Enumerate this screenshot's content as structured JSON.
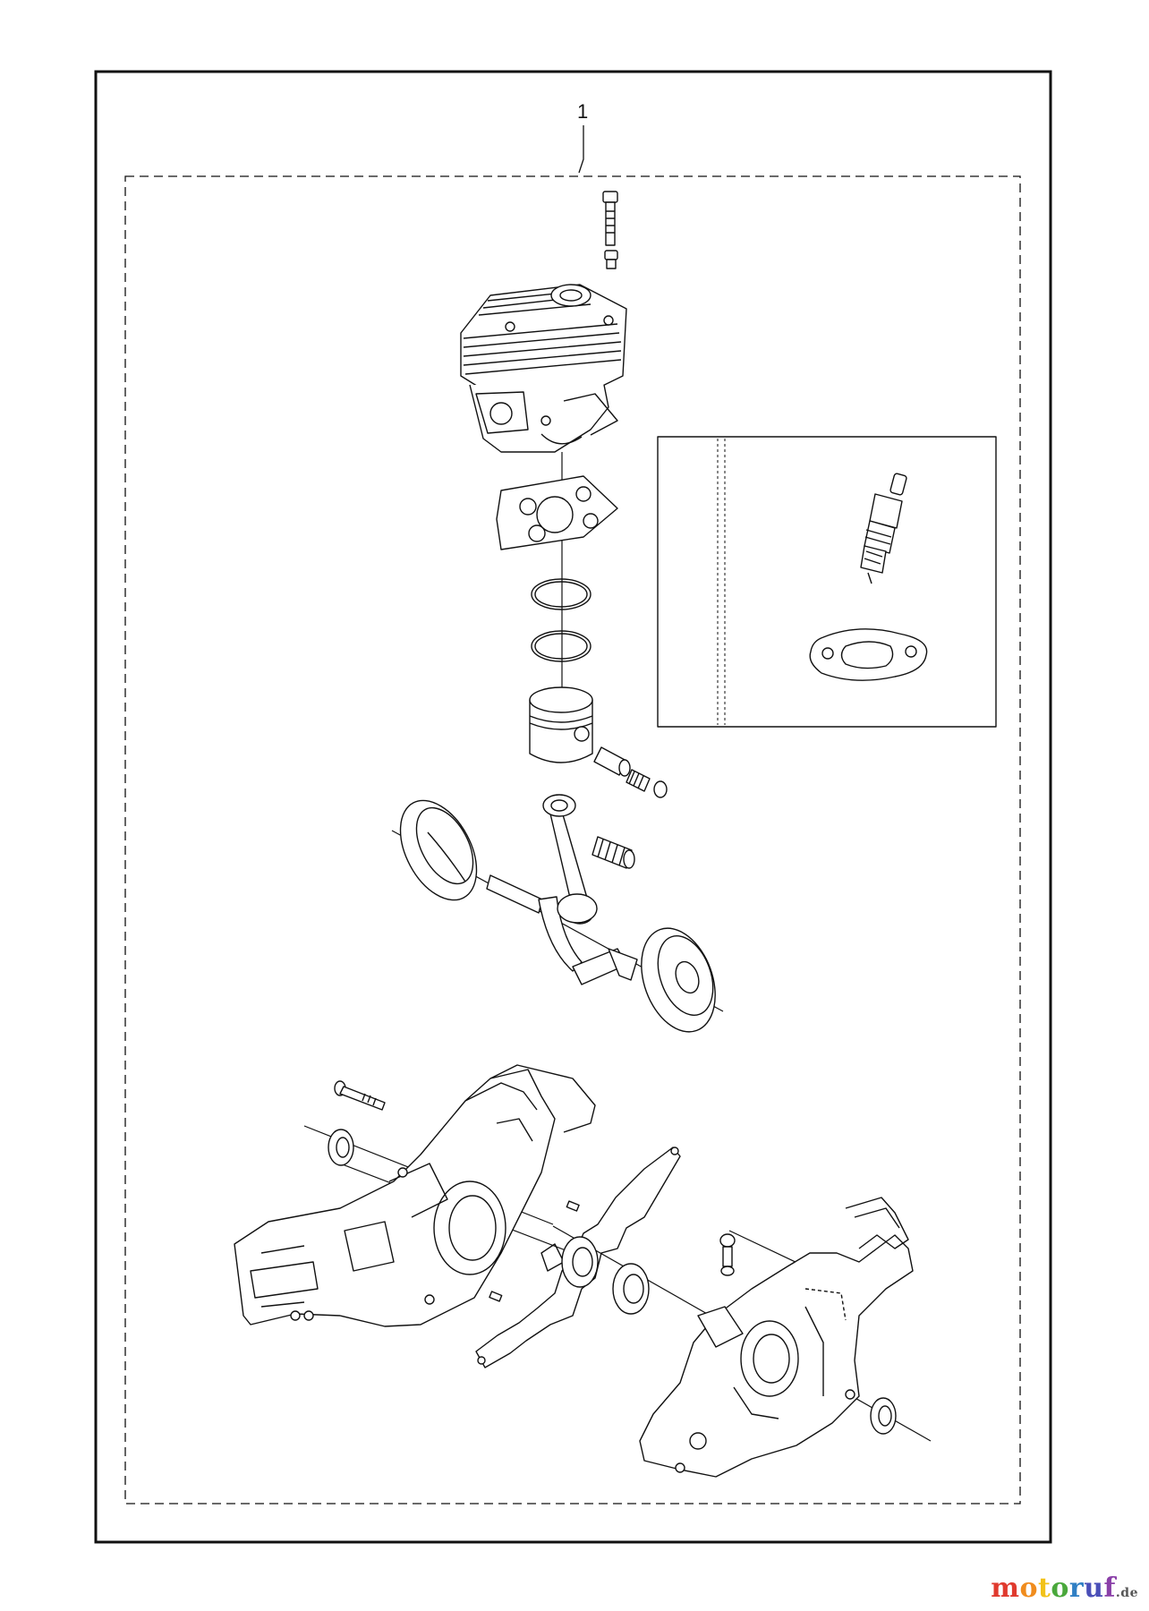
{
  "diagram": {
    "callout_label": "1"
  },
  "watermark": {
    "letters": [
      {
        "t": "m",
        "color": "#e03a2e"
      },
      {
        "t": "o",
        "color": "#f08c1e"
      },
      {
        "t": "t",
        "color": "#f2c218"
      },
      {
        "t": "o",
        "color": "#4aa83c"
      },
      {
        "t": "r",
        "color": "#2f7fc4"
      },
      {
        "t": "u",
        "color": "#4a4fb8"
      },
      {
        "t": "f",
        "color": "#8a3fa8"
      }
    ],
    "suffix": ".de",
    "suffix_color": "#555555"
  },
  "colors": {
    "line": "#111111",
    "frame": "#111111",
    "fill": "#ffffff"
  }
}
